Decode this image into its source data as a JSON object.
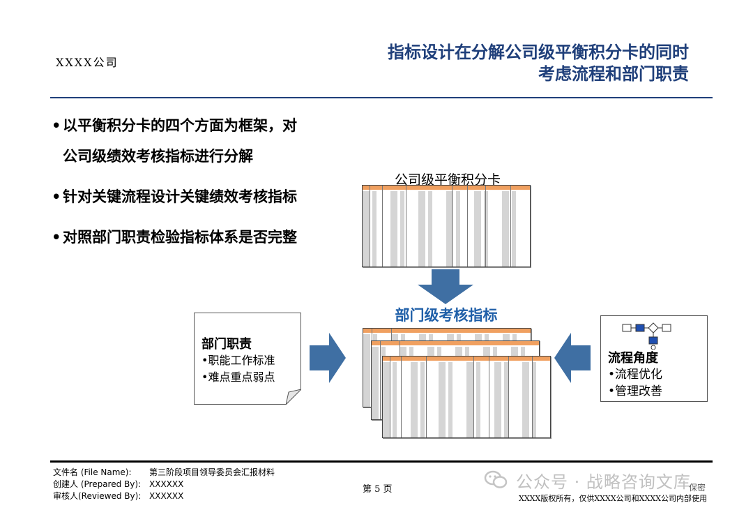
{
  "header": {
    "company": "XXXX公司",
    "title_line1": "指标设计在分解公司级平衡积分卡的同时",
    "title_line2": "考虑流程和部门职责"
  },
  "bullets": [
    "以平衡积分卡的四个方面为框架，对",
    "公司级绩效考核指标进行分解",
    "针对关键流程设计关键绩效考核指标",
    "对照部门职责检验指标体系是否完整"
  ],
  "diagram": {
    "company_card_label": "公司级平衡积分卡",
    "dept_label": "部门级考核指标",
    "left_box": {
      "heading": "部门职责",
      "items": [
        "•职能工作标准",
        "•难点重点弱点"
      ]
    },
    "right_box": {
      "heading": "流程角度",
      "items": [
        "•流程优化",
        "•管理改善"
      ]
    },
    "colors": {
      "arrow": "#3f6fa3",
      "title": "#1f3f7a",
      "sheet_header": "#f0a060",
      "dept_label": "#1f5fa8"
    }
  },
  "footer": {
    "file_name_label": "文件名 (File Name):",
    "file_name_value": "第三阶段项目领导委员会汇报材料",
    "prepared_label": "创建人 (Prepared By):",
    "prepared_value": "XXXXXX",
    "reviewed_label": "审核人(Reviewed By):",
    "reviewed_value": "XXXXXX",
    "page": "第 5 页",
    "watermark": "公众号 · 战略咨询文库",
    "secret": "保密",
    "copyright": "XXXX版权所有，仅供XXXX公司和XXXX公司内部使用"
  }
}
